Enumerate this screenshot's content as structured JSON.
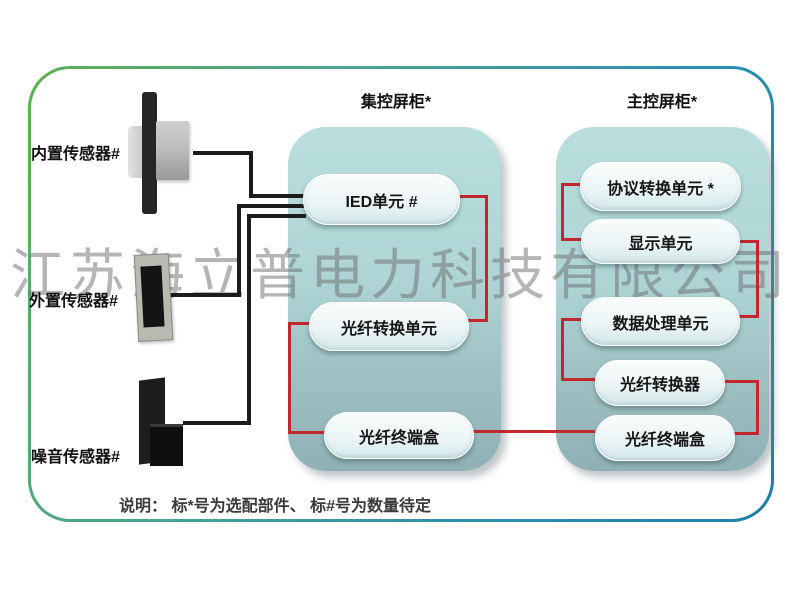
{
  "watermark": "江苏海立普电力科技有限公司",
  "note": "说明： 标*号为选配部件、 标#号为数量待定",
  "sensors": [
    {
      "label": "内置传感器#"
    },
    {
      "label": "外置传感器#"
    },
    {
      "label": "噪音传感器#"
    }
  ],
  "cabinets": [
    {
      "title": "集控屏柜*",
      "units": [
        "IED单元 #",
        "光纤转换单元",
        "光纤终端盒"
      ]
    },
    {
      "title": "主控屏柜*",
      "units": [
        "协议转换单元 *",
        "显示单元",
        "数据处理单元",
        "光纤转换器",
        "光纤终端盒"
      ]
    }
  ],
  "colors": {
    "frame_green": "#5fae52",
    "frame_blue": "#1d80a8",
    "cabinet_fill_top": "#b9dedd",
    "cabinet_fill_bottom": "#8fb1b5",
    "unit_fill": "#ecf6f6",
    "connector_red": "#c1272d",
    "connector_black": "#1c1c1c",
    "watermark_gray": "#6d6d6d"
  }
}
